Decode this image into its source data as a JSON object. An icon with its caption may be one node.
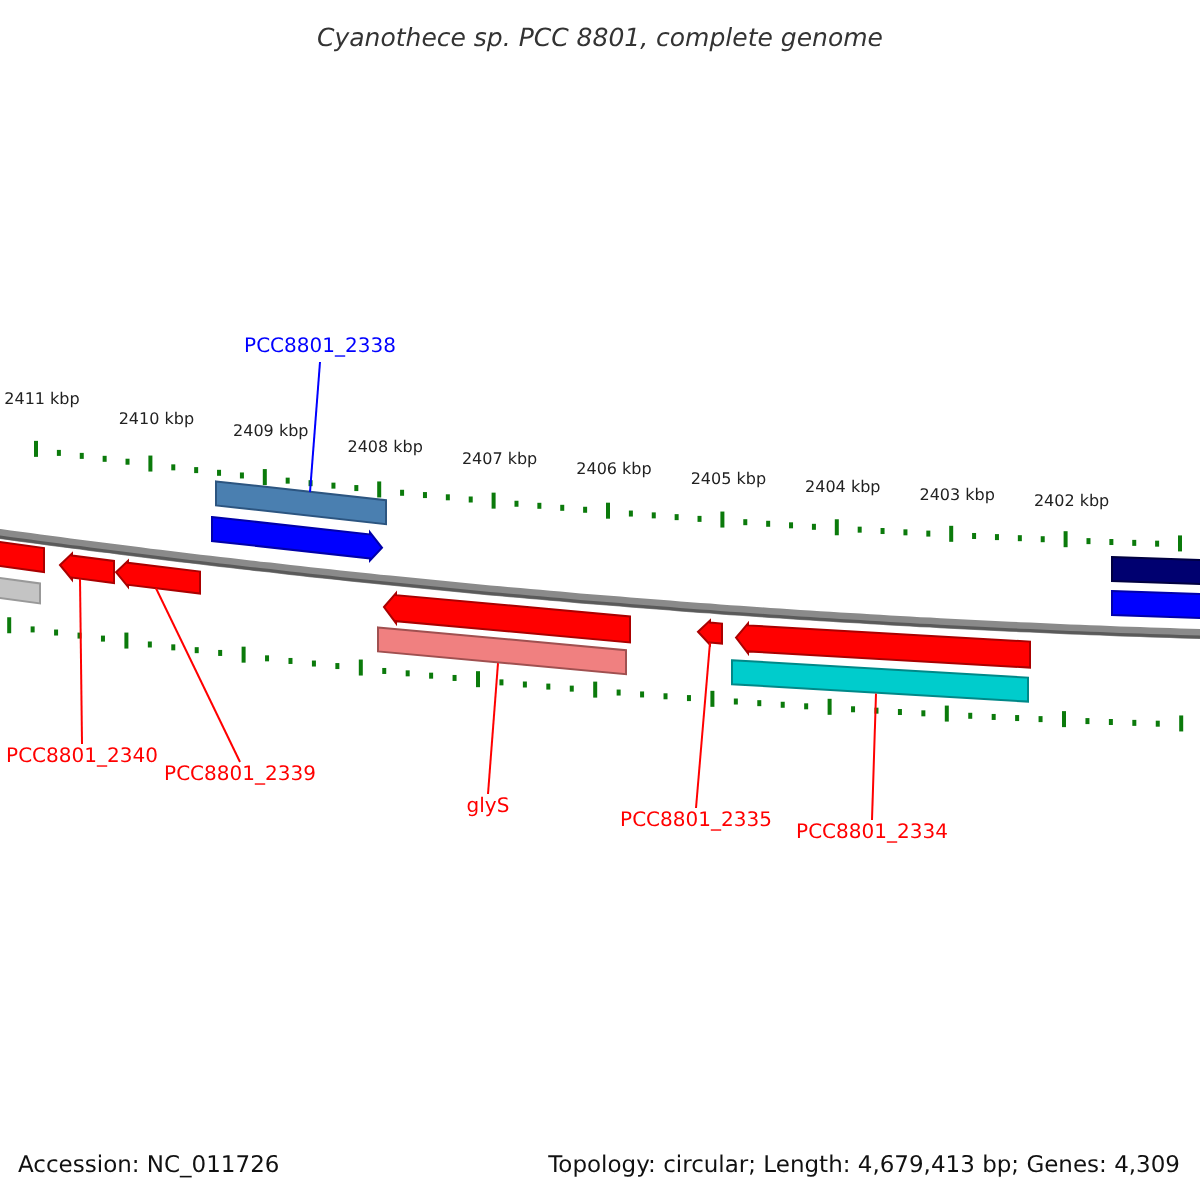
{
  "diagram": {
    "title": "Cyanothece sp. PCC 8801, complete genome",
    "nodes": [
      {
        "text": [
          "PCC8801_2338"
        ]
      },
      {
        "text": [],
        "shape": "bar"
      },
      {
        "text": [
          "PCC8801_2340"
        ]
      },
      {
        "text": [],
        "shape": "arrow"
      },
      {
        "text": [
          "PCC8801_2339"
        ]
      },
      {
        "text": [],
        "shape": "arrow"
      },
      {
        "text": [
          "glyS"
        ]
      },
      {
        "text": [],
        "shape": "bar"
      },
      {
        "text": [
          "PCC8801_2335"
        ]
      },
      {
        "text": [],
        "shape": "arrow"
      },
      {
        "text": [
          "PCC8801_2334"
        ]
      },
      {
        "text": [],
        "shape": "bar"
      },
      {
        "text": [],
        "shape": "bar"
      },
      {
        "text": [],
        "shape": "bar"
      },
      {
        "text": [],
        "shape": "arrow"
      },
      {
        "text": [],
        "shape": "arrow"
      },
      {
        "text": [],
        "shape": "arrow"
      },
      {
        "text": [],
        "shape": "bar"
      },
      {
        "text": [],
        "shape": "bar"
      }
    ],
    "edges": [
      {
        "from": 0,
        "to": 1,
        "arrow": "none",
        "color": "#0000ff"
      },
      {
        "from": 2,
        "to": 3,
        "arrow": "none"
      },
      {
        "from": 4,
        "to": 5,
        "arrow": "none"
      },
      {
        "from": 6,
        "to": 7,
        "arrow": "none"
      },
      {
        "from": 8,
        "to": 9,
        "arrow": "none"
      },
      {
        "from": 10,
        "to": 11,
        "arrow": "none"
      }
    ],
    "labels": [
      "2411 kbp",
      "2410 kbp",
      "2409 kbp",
      "2408 kbp",
      "2407 kbp",
      "2406 kbp",
      "2405 kbp",
      "2404 kbp",
      "2403 kbp",
      "2402 kbp",
      "Accession: NC_011726",
      "Topology: circular; Length: 4,679,413 bp; Genes: 4,309"
    ]
  }
}
